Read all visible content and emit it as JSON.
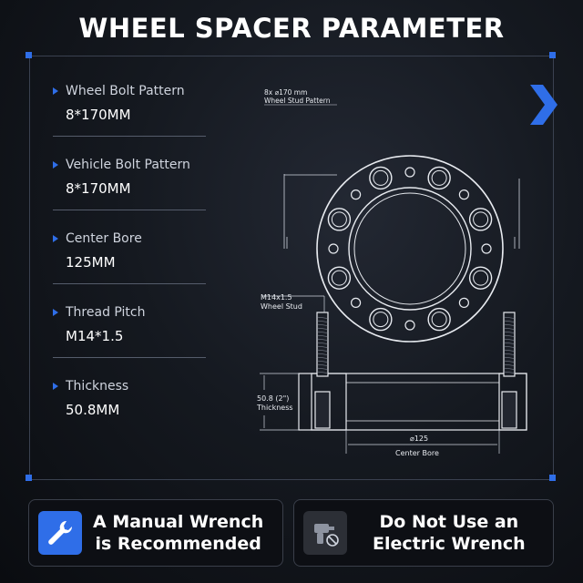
{
  "title": "WHEEL SPACER PARAMETER",
  "params": [
    {
      "label": "Wheel Bolt Pattern",
      "value": "8*170MM"
    },
    {
      "label": "Vehicle Bolt Pattern",
      "value": "8*170MM"
    },
    {
      "label": "Center Bore",
      "value": "125MM"
    },
    {
      "label": "Thread Pitch",
      "value": "M14*1.5"
    },
    {
      "label": "Thickness",
      "value": "50.8MM"
    }
  ],
  "diagram": {
    "pattern_line1": "8x ⌀170 mm",
    "pattern_line2": "Wheel Stud  Pattern",
    "stud_line1": "M14x1.5",
    "stud_line2": "Wheel Stud",
    "thickness_line1": "50.8 (2\")",
    "thickness_line2": "Thickness",
    "bore_line1": "⌀125",
    "bore_line2": "Center Bore"
  },
  "buttons": {
    "recommended_line1": "A Manual Wrench",
    "recommended_line2": "is Recommended",
    "warning_line1": "Do Not Use an",
    "warning_line2": "Electric Wrench"
  },
  "colors": {
    "accent": "#2f6ee8",
    "background": "#0b0d12",
    "text": "#ffffff"
  },
  "icons": {
    "recommended": "wrench-icon",
    "warning": "no-drill-icon"
  }
}
